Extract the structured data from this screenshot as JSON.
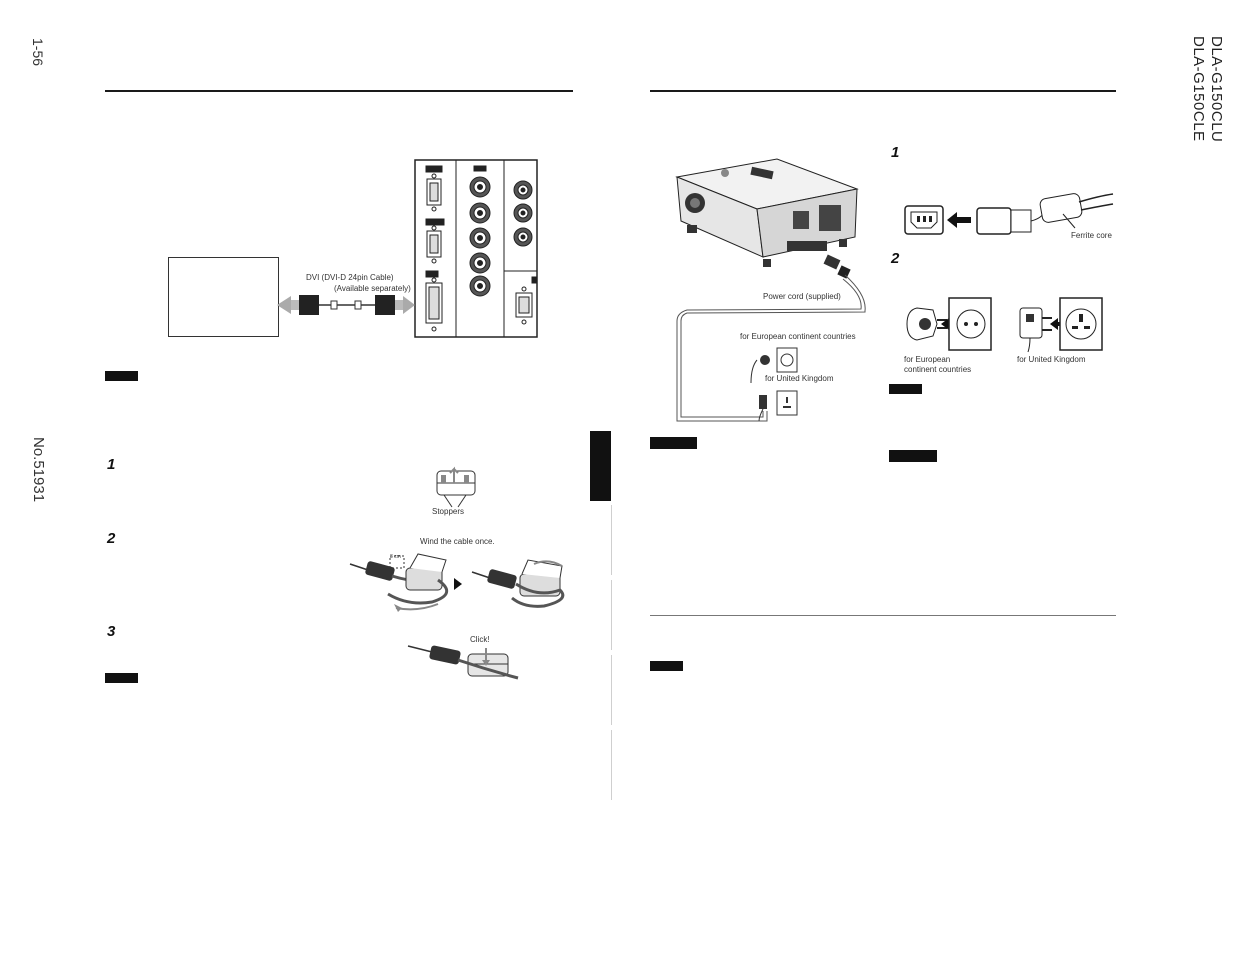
{
  "header": {
    "page_number": "1-56",
    "model_codes": [
      "DLA-G150CLU",
      "DLA-G150CLE"
    ],
    "doc_number": "No.51931"
  },
  "left": {
    "dvi_cable_label": "DVI (DVI-D 24pin Cable)",
    "dvi_available_label": "(Available separately)",
    "steps": [
      "1",
      "2",
      "3"
    ],
    "stoppers_label": "Stoppers",
    "wind_label": "Wind the cable once.",
    "measure_label": "3 cm",
    "click_label": "Click!"
  },
  "right": {
    "power_cord_label": "Power cord (supplied)",
    "european_label": "for European continent countries",
    "uk_label": "for United Kingdom",
    "steps": [
      "1",
      "2"
    ],
    "ferrite_label": "Ferrite core",
    "plug_european_label_1": "for European",
    "plug_european_label_2": "continent countries",
    "plug_uk_label": "for United Kingdom"
  },
  "colors": {
    "ink": "#111111",
    "rule": "#1a1a1a",
    "gray": "#888888"
  }
}
